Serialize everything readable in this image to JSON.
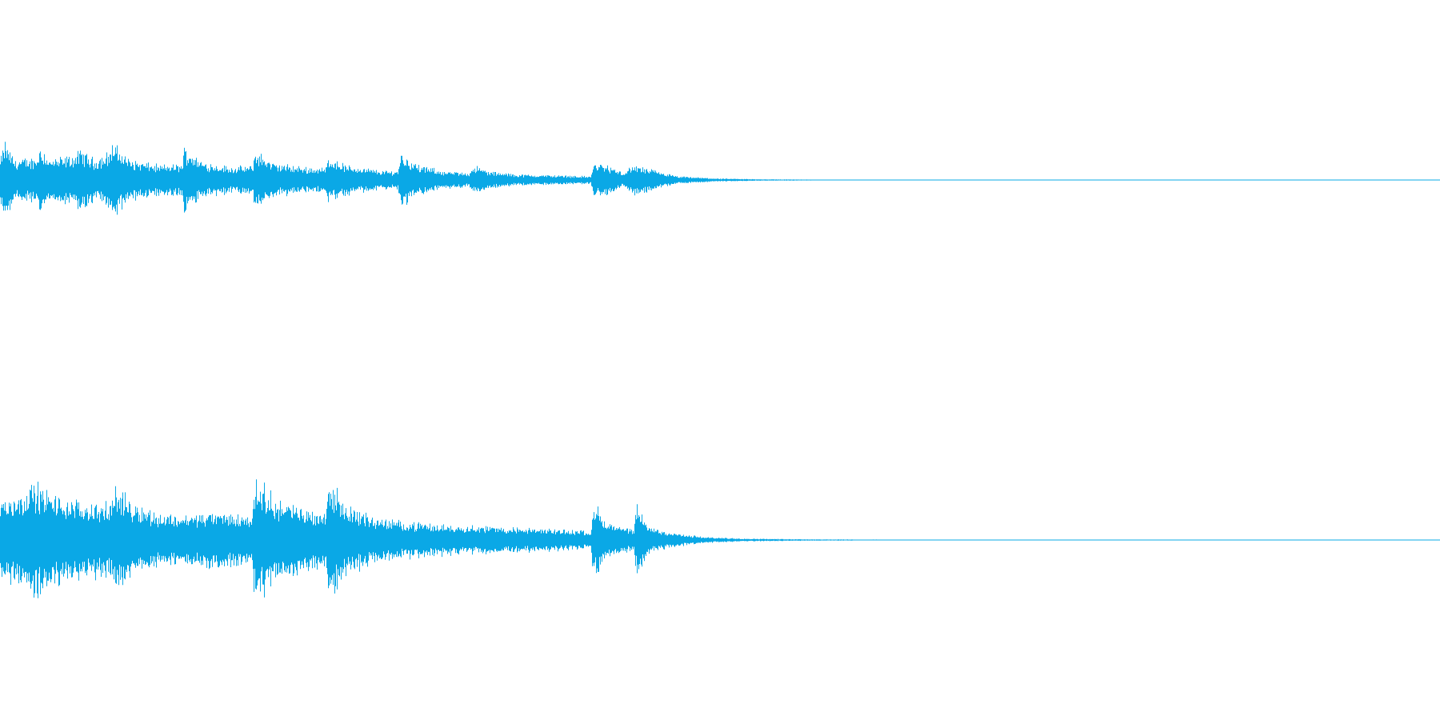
{
  "chart_data": {
    "type": "area",
    "title": "",
    "xlabel": "",
    "ylabel": "",
    "x_range": [
      0,
      1
    ],
    "y_range": [
      -1,
      1
    ],
    "grid": false,
    "legend": "none",
    "color": "#0aa8e6",
    "channels": [
      {
        "name": "",
        "envelope": [
          [
            0.0,
            0.22
          ],
          [
            0.003,
            0.42
          ],
          [
            0.01,
            0.22
          ],
          [
            0.025,
            0.24
          ],
          [
            0.028,
            0.38
          ],
          [
            0.034,
            0.22
          ],
          [
            0.05,
            0.26
          ],
          [
            0.056,
            0.32
          ],
          [
            0.066,
            0.22
          ],
          [
            0.075,
            0.3
          ],
          [
            0.078,
            0.4
          ],
          [
            0.09,
            0.22
          ],
          [
            0.11,
            0.16
          ],
          [
            0.126,
            0.17
          ],
          [
            0.128,
            0.36
          ],
          [
            0.14,
            0.2
          ],
          [
            0.16,
            0.14
          ],
          [
            0.175,
            0.15
          ],
          [
            0.177,
            0.32
          ],
          [
            0.19,
            0.18
          ],
          [
            0.21,
            0.14
          ],
          [
            0.226,
            0.13
          ],
          [
            0.228,
            0.26
          ],
          [
            0.24,
            0.16
          ],
          [
            0.265,
            0.1
          ],
          [
            0.276,
            0.1
          ],
          [
            0.278,
            0.3
          ],
          [
            0.29,
            0.16
          ],
          [
            0.31,
            0.09
          ],
          [
            0.326,
            0.08
          ],
          [
            0.328,
            0.16
          ],
          [
            0.34,
            0.09
          ],
          [
            0.36,
            0.06
          ],
          [
            0.39,
            0.05
          ],
          [
            0.41,
            0.04
          ],
          [
            0.412,
            0.18
          ],
          [
            0.42,
            0.17
          ],
          [
            0.432,
            0.08
          ],
          [
            0.44,
            0.16
          ],
          [
            0.45,
            0.12
          ],
          [
            0.47,
            0.04
          ],
          [
            0.5,
            0.015
          ],
          [
            0.53,
            0.008
          ],
          [
            0.56,
            0.005
          ],
          [
            0.6,
            0.004
          ],
          [
            0.63,
            0.003
          ],
          [
            0.64,
            0.001
          ],
          [
            0.7,
            0.0
          ],
          [
            1.0,
            0.0
          ]
        ]
      },
      {
        "name": "",
        "envelope": [
          [
            0.0,
            0.42
          ],
          [
            0.012,
            0.5
          ],
          [
            0.025,
            0.62
          ],
          [
            0.034,
            0.5
          ],
          [
            0.05,
            0.42
          ],
          [
            0.077,
            0.38
          ],
          [
            0.079,
            0.6
          ],
          [
            0.09,
            0.42
          ],
          [
            0.11,
            0.28
          ],
          [
            0.13,
            0.27
          ],
          [
            0.15,
            0.3
          ],
          [
            0.175,
            0.26
          ],
          [
            0.177,
            0.7
          ],
          [
            0.19,
            0.45
          ],
          [
            0.21,
            0.34
          ],
          [
            0.226,
            0.3
          ],
          [
            0.228,
            0.66
          ],
          [
            0.24,
            0.38
          ],
          [
            0.26,
            0.24
          ],
          [
            0.28,
            0.2
          ],
          [
            0.3,
            0.17
          ],
          [
            0.32,
            0.16
          ],
          [
            0.34,
            0.15
          ],
          [
            0.36,
            0.13
          ],
          [
            0.38,
            0.12
          ],
          [
            0.41,
            0.1
          ],
          [
            0.412,
            0.42
          ],
          [
            0.42,
            0.2
          ],
          [
            0.44,
            0.1
          ],
          [
            0.442,
            0.42
          ],
          [
            0.45,
            0.14
          ],
          [
            0.47,
            0.07
          ],
          [
            0.49,
            0.03
          ],
          [
            0.52,
            0.015
          ],
          [
            0.56,
            0.008
          ],
          [
            0.6,
            0.005
          ],
          [
            0.64,
            0.003
          ],
          [
            0.69,
            0.002
          ],
          [
            0.705,
            0.001
          ],
          [
            0.72,
            0.0
          ],
          [
            1.0,
            0.0
          ]
        ]
      }
    ]
  }
}
